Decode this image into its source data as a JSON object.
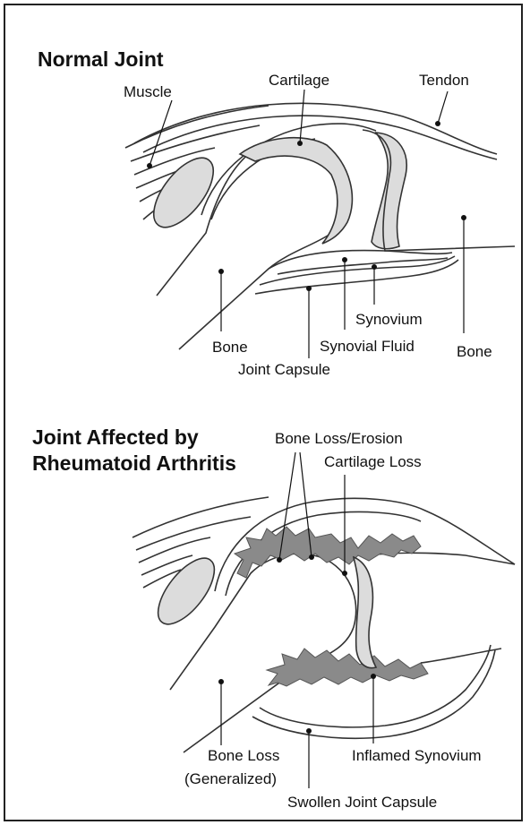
{
  "normal": {
    "title": "Normal Joint",
    "labels": {
      "muscle": "Muscle",
      "cartilage": "Cartilage",
      "tendon": "Tendon",
      "bone_left": "Bone",
      "bone_right": "Bone",
      "synovium": "Synovium",
      "synovial_fluid": "Synovial Fluid",
      "joint_capsule": "Joint Capsule"
    }
  },
  "ra": {
    "title_line1": "Joint Affected by",
    "title_line2": "Rheumatoid Arthritis",
    "labels": {
      "bone_loss_erosion": "Bone Loss/Erosion",
      "cartilage_loss": "Cartilage Loss",
      "bone_loss_line1": "Bone Loss",
      "bone_loss_line2": "(Generalized)",
      "inflamed_synovium": "Inflamed Synovium",
      "swollen_joint_capsule": "Swollen Joint Capsule"
    }
  },
  "colors": {
    "tissue_fill": "#dcdcdc",
    "inflamed_fill": "#8a8a8a",
    "outline": "#333333"
  }
}
